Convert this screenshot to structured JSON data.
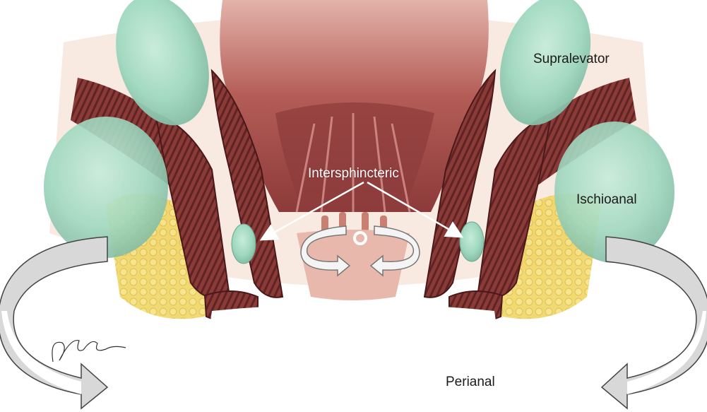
{
  "labels": {
    "supralevator": "Supralevator",
    "intersphincteric": "Intersphincteric",
    "ischioanal": "Ischioanal",
    "perianal": "Perianal"
  },
  "colors": {
    "abscess": "#9fd8bf",
    "muscle": "#7a3030",
    "fat": "#e9c84a",
    "mucosa": "#b85a55"
  }
}
